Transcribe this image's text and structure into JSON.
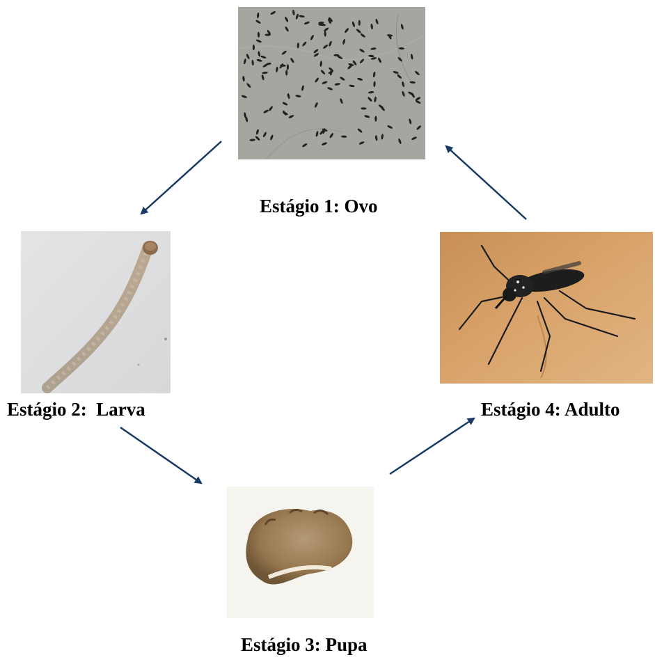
{
  "stages": {
    "egg": {
      "label": "Estágio 1: Ovo"
    },
    "larva": {
      "label": "Estágio 2:  Larva"
    },
    "pupa": {
      "label": "Estágio 3: Pupa"
    },
    "adult": {
      "label": "Estágio 4: Adulto"
    }
  },
  "colors": {
    "arrow": "#173a63",
    "label_text": "#000000",
    "egg_background": "#a6a59f",
    "adult_background": "#d49a60"
  },
  "arrows": [
    "egg-to-larva",
    "larva-to-pupa",
    "pupa-to-adult",
    "adult-to-egg"
  ]
}
